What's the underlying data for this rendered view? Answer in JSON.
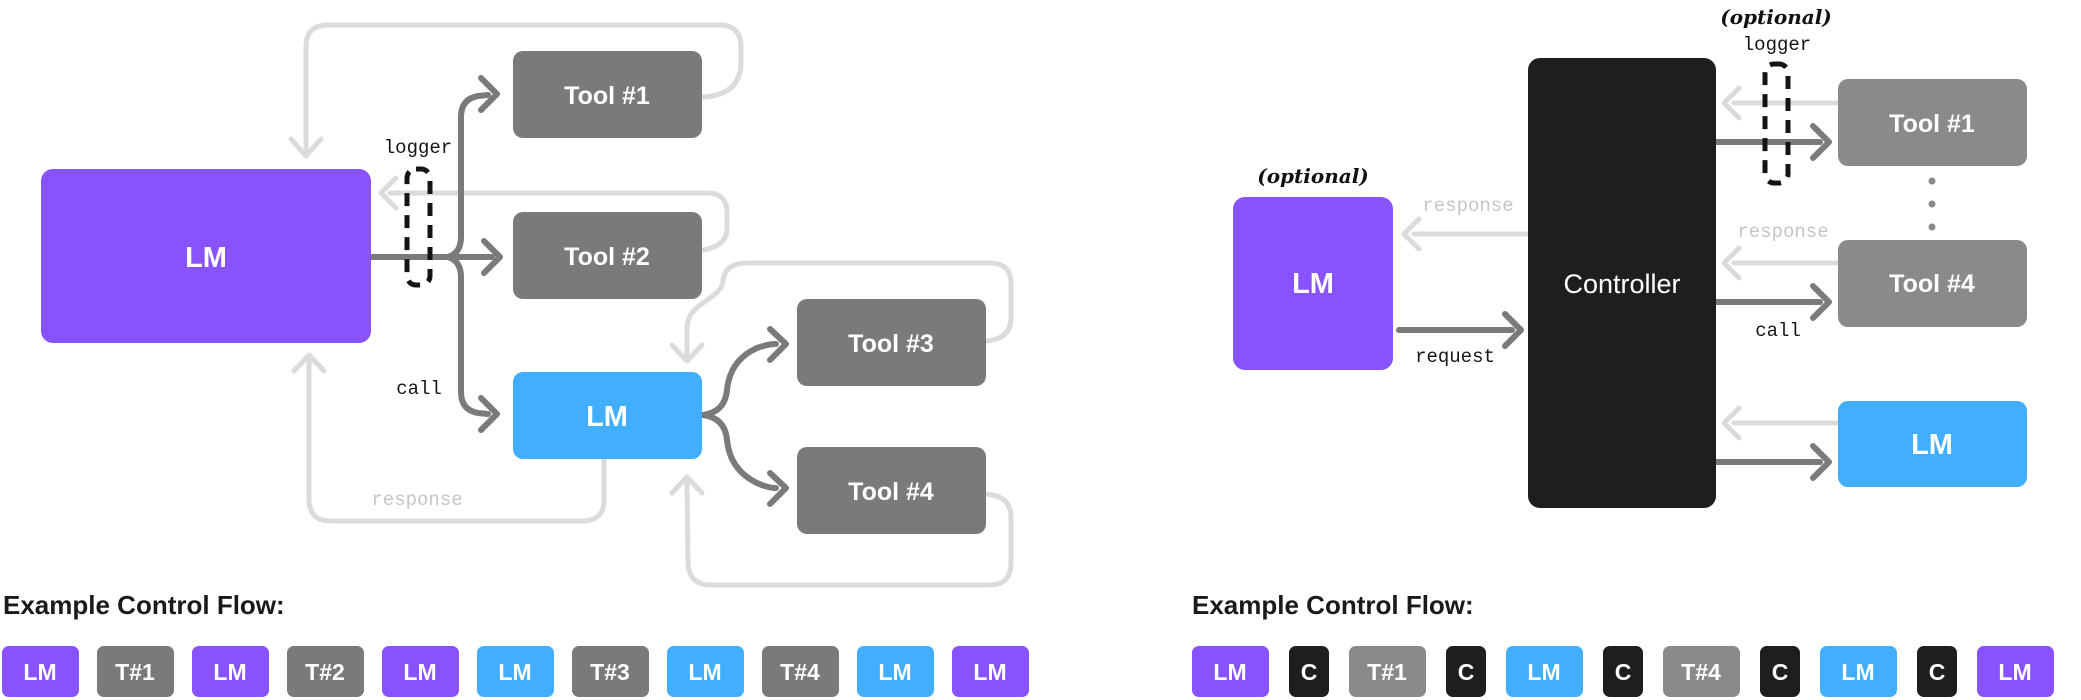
{
  "colors": {
    "purple": "#8952FF",
    "blue": "#41AEFF",
    "gray": "#7A7A7A",
    "gray_right": "#8A8A8A",
    "dark": "#1E1E1E",
    "wire_light": "#DBDBDB",
    "wire_dark": "#7A7A7A"
  },
  "left": {
    "lm_main": "LM",
    "tool1": "Tool #1",
    "tool2": "Tool #2",
    "lm_sub": "LM",
    "tool3": "Tool #3",
    "tool4": "Tool #4",
    "logger": "logger",
    "call": "call",
    "response": "response"
  },
  "right": {
    "optional_lm": "(optional)",
    "lm_main": "LM",
    "response_main": "response",
    "request": "request",
    "controller": "Controller",
    "optional_logger": "(optional)",
    "logger": "logger",
    "tool1": "Tool #1",
    "tool4": "Tool #4",
    "lm_sub": "LM",
    "response_tools": "response",
    "call": "call"
  },
  "left_flow": {
    "heading": "Example Control Flow:",
    "items": [
      {
        "label": "LM",
        "color": "#8952FF"
      },
      {
        "label": "T#1",
        "color": "#7A7A7A"
      },
      {
        "label": "LM",
        "color": "#8952FF"
      },
      {
        "label": "T#2",
        "color": "#7A7A7A"
      },
      {
        "label": "LM",
        "color": "#8952FF"
      },
      {
        "label": "LM",
        "color": "#41AEFF"
      },
      {
        "label": "T#3",
        "color": "#7A7A7A"
      },
      {
        "label": "LM",
        "color": "#41AEFF"
      },
      {
        "label": "T#4",
        "color": "#7A7A7A"
      },
      {
        "label": "LM",
        "color": "#41AEFF"
      },
      {
        "label": "LM",
        "color": "#8952FF"
      }
    ]
  },
  "right_flow": {
    "heading": "Example Control Flow:",
    "items": [
      {
        "label": "LM",
        "color": "#8952FF"
      },
      {
        "label": "C",
        "color": "#1E1E1E"
      },
      {
        "label": "T#1",
        "color": "#8A8A8A"
      },
      {
        "label": "C",
        "color": "#1E1E1E"
      },
      {
        "label": "LM",
        "color": "#41AEFF"
      },
      {
        "label": "C",
        "color": "#1E1E1E"
      },
      {
        "label": "T#4",
        "color": "#8A8A8A"
      },
      {
        "label": "C",
        "color": "#1E1E1E"
      },
      {
        "label": "LM",
        "color": "#41AEFF"
      },
      {
        "label": "C",
        "color": "#1E1E1E"
      },
      {
        "label": "LM",
        "color": "#8952FF"
      }
    ]
  }
}
